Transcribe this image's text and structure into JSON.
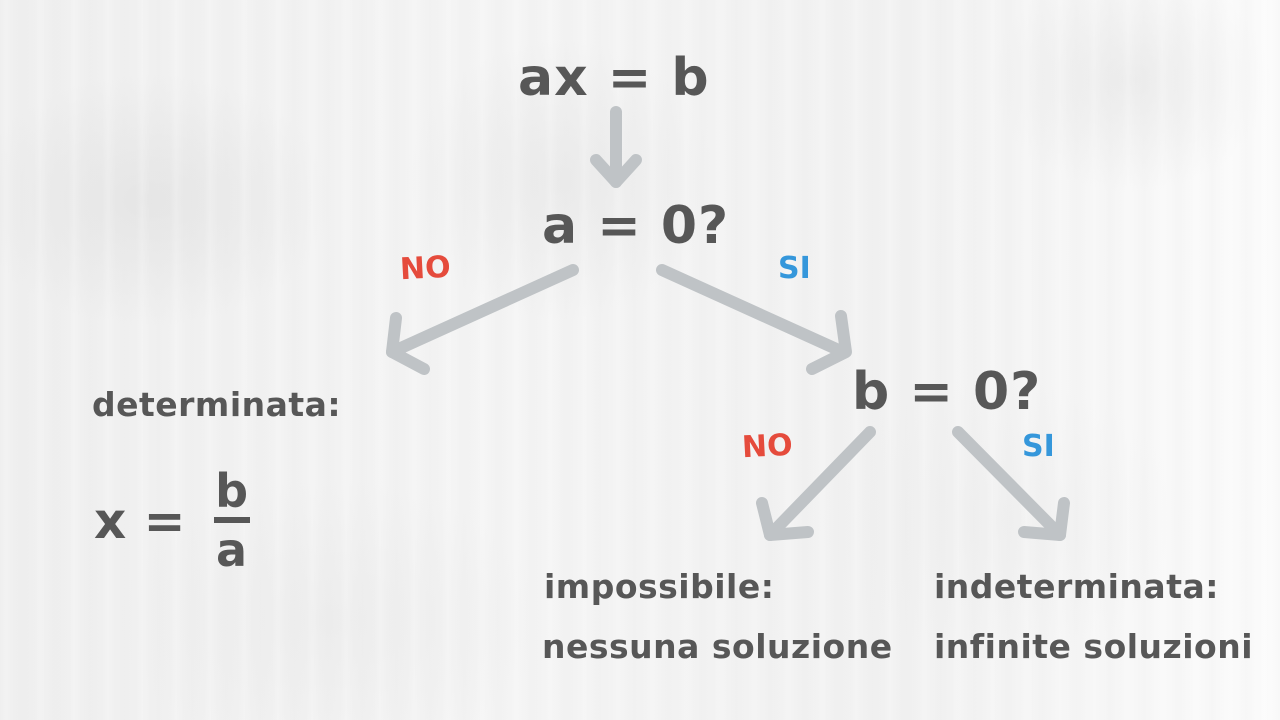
{
  "colors": {
    "text": "#575757",
    "arrow": "#bfc3c6",
    "no": "#e54b3c",
    "si": "#3597db",
    "background": "#f3f3f3"
  },
  "nodes": {
    "root": "ax = b",
    "q1": "a = 0?",
    "q2": "b = 0?"
  },
  "branches": {
    "q1_no": "NO",
    "q1_si": "SI",
    "q2_no": "NO",
    "q2_si": "SI"
  },
  "outcomes": {
    "determinata": {
      "title": "determinata:",
      "formula": {
        "lhs": "x =",
        "numerator": "b",
        "denominator": "a"
      }
    },
    "impossibile": {
      "title": "impossibile:",
      "detail": "nessuna soluzione"
    },
    "indeterminata": {
      "title": "indeterminata:",
      "detail": "infinite soluzioni"
    }
  }
}
